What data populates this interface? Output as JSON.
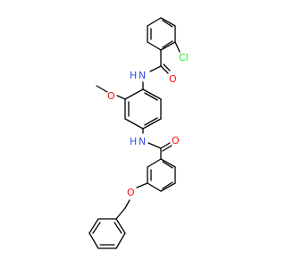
{
  "colors": {
    "bond": "#000000",
    "nitrogen": "#3050f8",
    "oxygen": "#ff0d0d",
    "chlorine": "#1ff01f",
    "background": "#ffffff"
  },
  "atoms": {
    "cl": "Cl",
    "o_amide_top": "O",
    "nh_top_n": "N",
    "nh_top_h": "H",
    "o_methoxy": "O",
    "nh_bottom_n": "N",
    "nh_bottom_h": "H",
    "o_amide_bottom": "O",
    "o_ether": "O"
  }
}
